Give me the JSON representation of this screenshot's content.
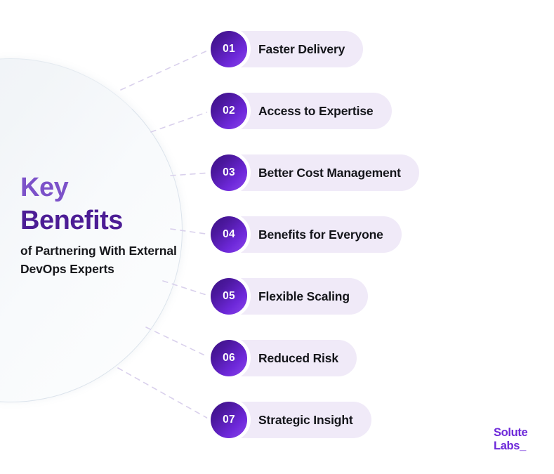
{
  "heading": {
    "line1": "Key",
    "line2": "Benefits",
    "subtitle": "of Partnering With External DevOps Experts"
  },
  "benefits": [
    {
      "number": "01",
      "label": "Faster Delivery"
    },
    {
      "number": "02",
      "label": "Access to Expertise"
    },
    {
      "number": "03",
      "label": "Better Cost Management"
    },
    {
      "number": "04",
      "label": "Benefits for Everyone"
    },
    {
      "number": "05",
      "label": "Flexible Scaling"
    },
    {
      "number": "06",
      "label": "Reduced Risk"
    },
    {
      "number": "07",
      "label": "Strategic Insight"
    }
  ],
  "logo": {
    "line1": "Solute",
    "line2": "Labs_"
  },
  "colors": {
    "accent_light": "#7c52c9",
    "accent_dark": "#4c1d95",
    "badge_gradient_start": "#3b1184",
    "badge_gradient_end": "#8b46ec",
    "pill_background": "#f0eaf8",
    "connector_line": "#d9d0ec",
    "circle_background": "#eef1f6",
    "page_background": "#ffffff",
    "text_primary": "#14151a"
  }
}
